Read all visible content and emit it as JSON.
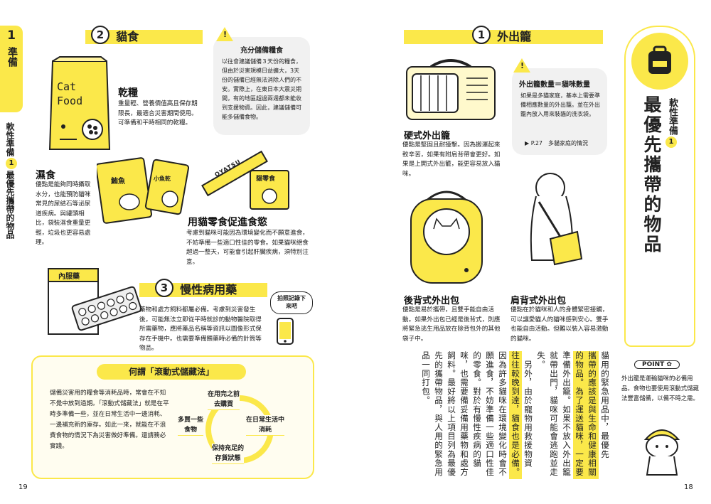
{
  "left_tab": {
    "num": "1",
    "label": "準備",
    "sub": "軟性準備",
    "sub_num": "1",
    "sub_rest": "最優先攜帶的物品"
  },
  "page_numbers": {
    "left": "19",
    "right": "18"
  },
  "section2": {
    "num": "2",
    "title": "貓食",
    "dry": {
      "title": "乾糧",
      "text": "重量輕、營養價值高且保存期限長，最適合災害期間使用。可準備和平時相同的乾糧。"
    },
    "wet": {
      "title": "濕食",
      "text": "優點是能夠同時攝取水分，也能預防貓咪常見的尿結石等泌尿道疾病。與罐頭相比，袋裝濕食重量更輕，垃圾也更容易處理。"
    },
    "snack": {
      "title": "用貓零食促進食慾",
      "text": "考慮到貓咪可能因為環境變化而不願意進食，不妨準備一些適口性佳的零食。如果貓咪絕食超過一整天，可能會引起肝臟疾病，須特別注意。"
    },
    "bag_label": "Cat Food",
    "pouch1": "鮪魚",
    "pouch2": "小魚乾",
    "stick": "OYATSU",
    "snack_pack": "貓零食"
  },
  "stock_note": {
    "title": "充分儲備糧食",
    "text": "以往會建議儲備３天份的糧食，但由於災害規模日益擴大，3天份的儲備已經無法消除人們的不安。實際上，在東日本大震災期間，有的地區超過兩週都未能收到支援物資。因此，建議儲備可能多儲備食物。"
  },
  "section3": {
    "num": "3",
    "title": "慢性病用藥",
    "text": "藥物和處方飼料都屬必備。考慮到災害發生後，可能無法立即從平時就診的動物醫院取得所需藥物，應將藥品名稱等資訊以圖像形式保存在手機中。也需要準備餵藥時必備的針筒等物品。",
    "bubble": "拍照記錄下來吧",
    "med_bag": "內服藥"
  },
  "rolling": {
    "title": "何謂「滾動式儲藏法」",
    "text": "儲備災害用的糧食等消耗品時，常會在不知不覺中放到過期。「滾動式儲藏法」就是在平時多準備一些，並在日常生活中一邊消耗、一邊補充新的庫存。如此一來，就能在不浪費食物的情況下為災害做好準備。還請務必實踐。",
    "cycle": [
      "在用完之前",
      "去購買",
      "在日常生活中",
      "消耗",
      "保持充足的",
      "存貨狀態",
      "多買一些",
      "食物"
    ]
  },
  "section1": {
    "num": "1",
    "title": "外出籠",
    "hard": {
      "title": "硬式外出籠",
      "text": "優點是堅固且耐撞擊。因為搬運起來較辛苦，如果有附肩背帶會更好。如果是上開式外出籠，能更容易放入貓咪。"
    },
    "count_note": {
      "title": "外出籠數量＝貓咪數量",
      "text": "如果是多貓家庭，基本上需要準備相應數量的外出籠。並在外出籠內放入用來裝貓的洗衣袋。"
    },
    "ref": "P.27　多貓家庭的情況",
    "backpack": {
      "title": "後背式外出包",
      "text": "優點是易於攜帶，且雙手能自由活動。如果外出包已經是後背式，則應將緊急逃生用品放在除背包外的其他袋子中。"
    },
    "shoulder": {
      "title": "肩背式外出包",
      "text": "優點在於貓咪和人的身體緊密接觸，可以讓愛貓人的貓咪感到安心。雙手也能自由活動。但難以裝入容易激動的貓咪。"
    }
  },
  "title_panel": {
    "sub1": "軟性準備",
    "sub_num": "1",
    "main": "最優先攜帶的物品"
  },
  "vertical_columns": [
    "貓用的緊急用品中，最優先",
    "攜帶的應該是與生命和健康相關",
    "的物品。為了運送貓咪，一定要",
    "準備外出籠。如果不放入外出籠",
    "就帶出門，貓咪可能會逃跑並走",
    "失。",
    "　另外，由於寵物用救援物資",
    "往往較晚到達，貓食也是必備。",
    "因為許多貓咪在環境變化時會不",
    "願進食，不妨準備一些適口性佳",
    "的零食。對於有慢性疾病的貓",
    "咪，也需要備妥備用藥物和處方",
    "飼料。最好將以上項目列為最優",
    "先的攜帶物品，與人用的緊急用",
    "品一同打包。"
  ],
  "point": {
    "label": "POINT",
    "text": "外出籠是運輸貓咪的必備用品。食物也要使用滾動式儲藏法豐富儲備，以備不時之需。"
  },
  "colors": {
    "accent": "#fbe84a",
    "ink": "#222222",
    "gray": "#f1f1f1"
  }
}
